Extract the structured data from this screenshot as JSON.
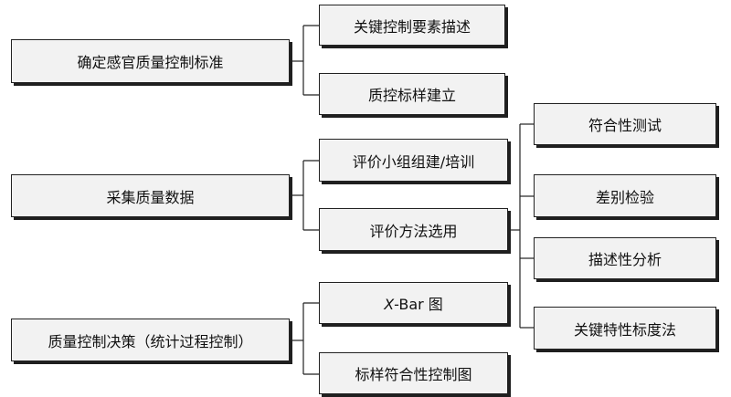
{
  "groups": [
    {
      "label": "确定感官质量控制标准",
      "children": [
        "关键控制要素描述",
        "质控标样建立"
      ]
    },
    {
      "label": "采集质量数据",
      "children": [
        "评价小组组建/培训",
        "评价方法选用"
      ],
      "methods": [
        "符合性测试",
        "差别检验",
        "描述性分析",
        "关键特性标度法"
      ]
    },
    {
      "label": "质量控制决策（统计过程控制）",
      "children": [
        {
          "italic": "X",
          "rest": "-Bar 图"
        },
        "标样符合性控制图"
      ]
    }
  ]
}
